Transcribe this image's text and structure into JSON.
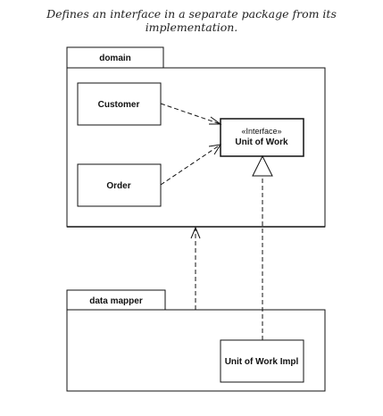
{
  "caption": "Defines an interface in a separate package from its implementation.",
  "packages": {
    "domain": {
      "label": "domain"
    },
    "data_mapper": {
      "label": "data mapper"
    }
  },
  "classes": {
    "customer": {
      "name": "Customer"
    },
    "order": {
      "name": "Order"
    },
    "unit_of_work": {
      "stereotype": "«Interface»",
      "name": "Unit of Work"
    },
    "unit_of_work_impl": {
      "name": "Unit of Work Impl"
    }
  },
  "relationships": [
    {
      "from": "Customer",
      "to": "Unit of Work",
      "type": "dependency"
    },
    {
      "from": "Order",
      "to": "Unit of Work",
      "type": "dependency"
    },
    {
      "from": "Unit of Work Impl",
      "to": "Unit of Work",
      "type": "realization"
    },
    {
      "from": "data mapper",
      "to": "domain",
      "type": "dependency"
    }
  ]
}
